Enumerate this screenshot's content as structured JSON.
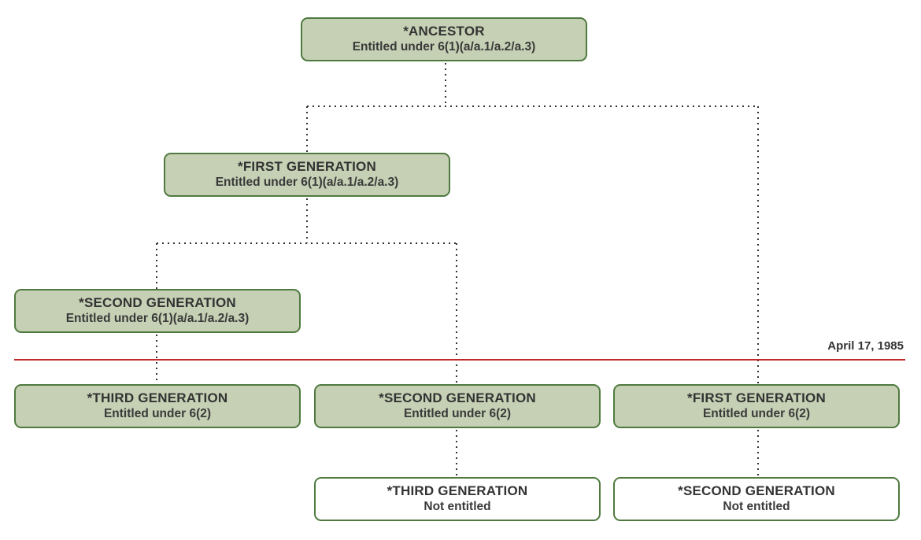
{
  "nodes": {
    "ancestor": {
      "title": "*ANCESTOR",
      "sub": "Entitled under 6(1)(a/a.1/a.2/a.3)"
    },
    "first_generation": {
      "title": "*FIRST GENERATION",
      "sub": "Entitled under 6(1)(a/a.1/a.2/a.3)"
    },
    "second_generation_left": {
      "title": "*SECOND GENERATION",
      "sub": "Entitled under 6(1)(a/a.1/a.2/a.3)"
    },
    "third_generation_left": {
      "title": "*THIRD GENERATION",
      "sub": "Entitled under 6(2)"
    },
    "second_generation_mid": {
      "title": "*SECOND GENERATION",
      "sub": "Entitled under 6(2)"
    },
    "first_generation_right": {
      "title": "*FIRST GENERATION",
      "sub": "Entitled under 6(2)"
    },
    "third_generation_mid": {
      "title": "*THIRD GENERATION",
      "sub": "Not entitled"
    },
    "second_generation_right": {
      "title": "*SECOND GENERATION",
      "sub": "Not entitled"
    }
  },
  "cutoff": {
    "label": "April 17, 1985"
  },
  "colors": {
    "box_fill": "#c5d0b4",
    "box_border": "#4f7a3f",
    "cutoff_line": "#c0282d",
    "connector": "#333333",
    "text": "#333333"
  }
}
